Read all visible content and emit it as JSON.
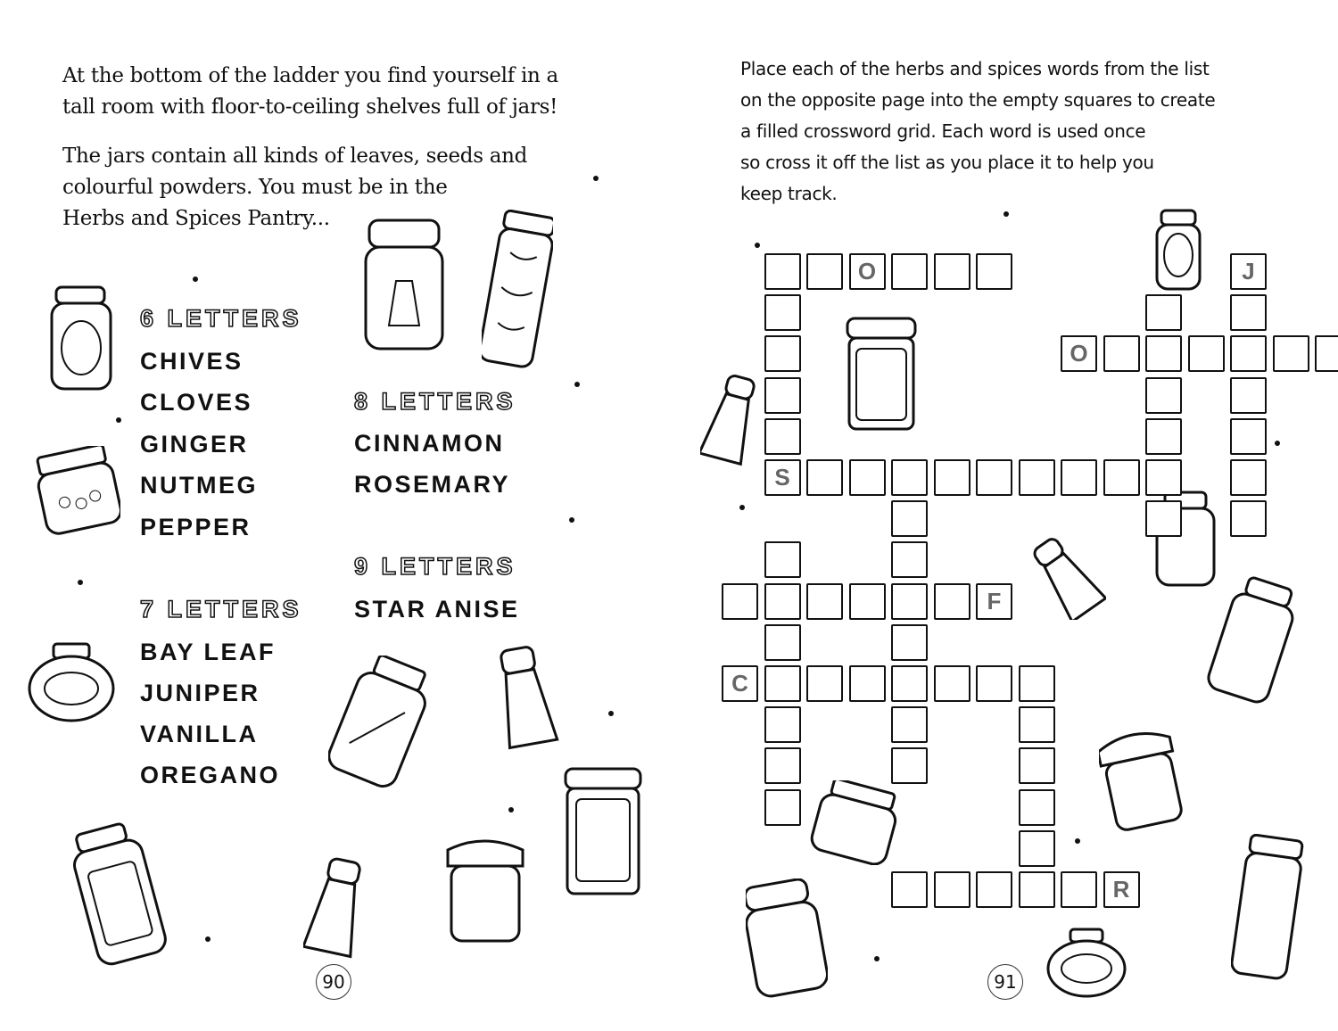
{
  "left_page": {
    "intro_paragraphs": [
      [
        "At the bottom of the ladder you find yourself in a",
        "tall room with floor-to-ceiling shelves full of jars!"
      ],
      [
        "The jars contain all kinds of leaves, seeds and",
        "colourful powders. You must be in the",
        "Herbs and Spices Pantry..."
      ]
    ],
    "word_groups": [
      {
        "heading": "6 LETTERS",
        "words": [
          "CHIVES",
          "CLOVES",
          "GINGER",
          "NUTMEG",
          "PEPPER"
        ]
      },
      {
        "heading": "7 LETTERS",
        "words": [
          "BAY LEAF",
          "JUNIPER",
          "VANILLA",
          "OREGANO"
        ]
      },
      {
        "heading": "8 LETTERS",
        "words": [
          "CINNAMON",
          "ROSEMARY"
        ]
      },
      {
        "heading": "9 LETTERS",
        "words": [
          "STAR ANISE"
        ]
      }
    ],
    "page_number": "90"
  },
  "right_page": {
    "instructions": [
      "Place each of the herbs and spices words from the list",
      "on the opposite page into the empty squares to create",
      "a filled crossword grid. Each word is used once",
      "so cross it off the list as you place it to help you",
      "keep track."
    ],
    "page_number": "91",
    "crossword": {
      "cells": [
        [
          0,
          1
        ],
        [
          0,
          2
        ],
        [
          0,
          3,
          "O"
        ],
        [
          0,
          4
        ],
        [
          0,
          5
        ],
        [
          0,
          6
        ],
        [
          0,
          12,
          "J"
        ],
        [
          1,
          1
        ],
        [
          1,
          10
        ],
        [
          1,
          12
        ],
        [
          2,
          1
        ],
        [
          2,
          8,
          "O"
        ],
        [
          2,
          9
        ],
        [
          2,
          10
        ],
        [
          2,
          11
        ],
        [
          2,
          12
        ],
        [
          2,
          13
        ],
        [
          2,
          14
        ],
        [
          3,
          1
        ],
        [
          3,
          10
        ],
        [
          3,
          12
        ],
        [
          4,
          1
        ],
        [
          4,
          10
        ],
        [
          4,
          12
        ],
        [
          5,
          1,
          "S"
        ],
        [
          5,
          2
        ],
        [
          5,
          3
        ],
        [
          5,
          4
        ],
        [
          5,
          5
        ],
        [
          5,
          6
        ],
        [
          5,
          7
        ],
        [
          5,
          8
        ],
        [
          5,
          9
        ],
        [
          5,
          10
        ],
        [
          5,
          12
        ],
        [
          6,
          4
        ],
        [
          6,
          10
        ],
        [
          6,
          12
        ],
        [
          7,
          1
        ],
        [
          7,
          4
        ],
        [
          8,
          0
        ],
        [
          8,
          1
        ],
        [
          8,
          2
        ],
        [
          8,
          3
        ],
        [
          8,
          4
        ],
        [
          8,
          5
        ],
        [
          8,
          6,
          "F"
        ],
        [
          9,
          1
        ],
        [
          9,
          4
        ],
        [
          10,
          0,
          "C"
        ],
        [
          10,
          1
        ],
        [
          10,
          2
        ],
        [
          10,
          3
        ],
        [
          10,
          4
        ],
        [
          10,
          5
        ],
        [
          10,
          6
        ],
        [
          10,
          7
        ],
        [
          11,
          1
        ],
        [
          11,
          4
        ],
        [
          11,
          7
        ],
        [
          12,
          1
        ],
        [
          12,
          4
        ],
        [
          12,
          7
        ],
        [
          13,
          1
        ],
        [
          13,
          7
        ],
        [
          14,
          7
        ],
        [
          15,
          4
        ],
        [
          15,
          5
        ],
        [
          15,
          6
        ],
        [
          15,
          7
        ],
        [
          15,
          8
        ],
        [
          15,
          9,
          "R"
        ]
      ]
    }
  }
}
